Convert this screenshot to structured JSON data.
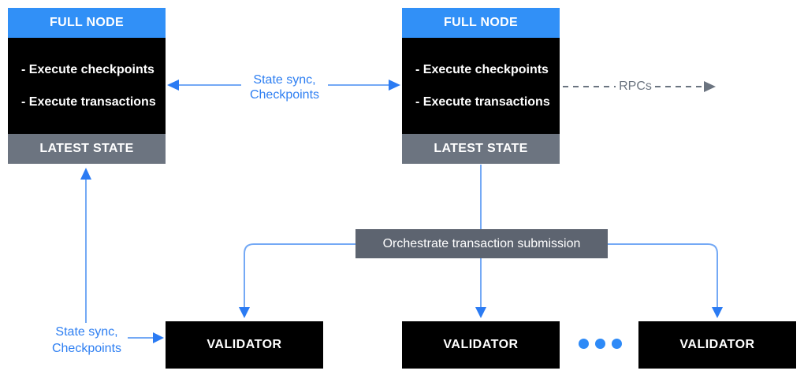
{
  "nodes": [
    {
      "header": "FULL NODE",
      "items": [
        "- Execute checkpoints",
        "- Execute transactions"
      ],
      "footer": "LATEST STATE"
    },
    {
      "header": "FULL NODE",
      "items": [
        "- Execute checkpoints",
        "- Execute transactions"
      ],
      "footer": "LATEST STATE"
    }
  ],
  "orchestrator": {
    "label": "Orchestrate transaction submission"
  },
  "validators": [
    {
      "label": "VALIDATOR"
    },
    {
      "label": "VALIDATOR"
    },
    {
      "label": "VALIDATOR"
    }
  ],
  "labels": {
    "sync_top": {
      "line1": "State sync,",
      "line2": "Checkpoints"
    },
    "sync_bottom": {
      "line1": "State sync,",
      "line2": "Checkpoints"
    },
    "rpcs": "RPCs"
  },
  "colors": {
    "node_header_blue": "#3190F7",
    "node_body_black": "#000000",
    "node_footer_gray": "#6C7480",
    "orchestrator_gray": "#5D6470",
    "arrow_line_blue": "#74A9F5",
    "arrow_head_blue": "#2B7BF3",
    "label_text_blue": "#2E7FF2",
    "rpc_gray": "#6B7480",
    "dots_blue": "#2E8AF7"
  }
}
